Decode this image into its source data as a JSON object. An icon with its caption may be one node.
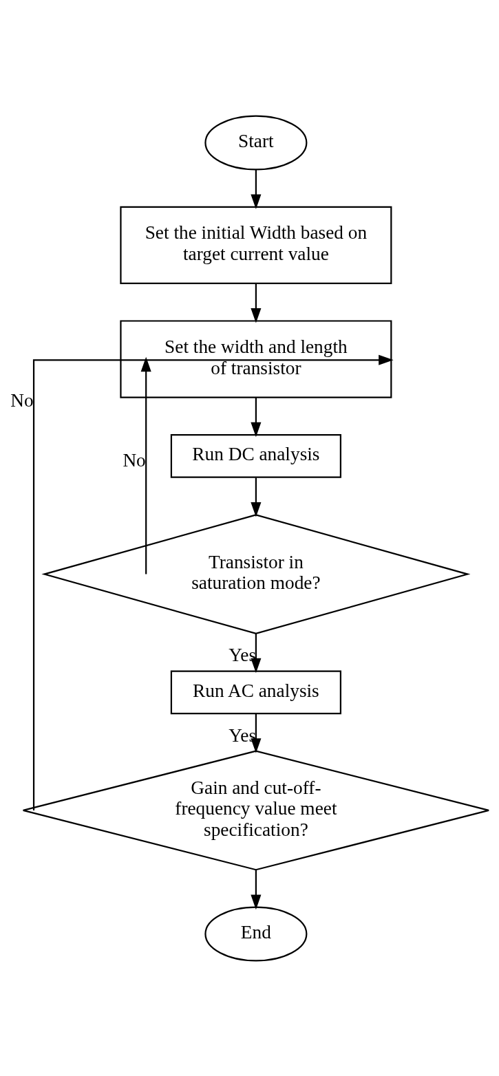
{
  "diagram": {
    "nodes": [
      {
        "text": [
          "Start"
        ]
      },
      {
        "text": [
          "Set the initial Width based on target current value"
        ]
      },
      {
        "text": [
          "Set the width and length of transistor"
        ]
      },
      {
        "text": [
          "Run DC analysis"
        ]
      },
      {
        "text": [
          "Transistor in saturation mode?"
        ]
      },
      {
        "text": [
          "Run AC analysis"
        ]
      },
      {
        "text": [
          "Gain and cut-off-frequency value meet specification?"
        ]
      },
      {
        "text": [
          "End"
        ]
      }
    ],
    "edges": [
      {
        "from": 0,
        "to": 1,
        "arrow": "to"
      },
      {
        "from": 1,
        "to": 2,
        "arrow": "to"
      },
      {
        "from": 2,
        "to": 3,
        "arrow": "to"
      },
      {
        "from": 3,
        "to": 4,
        "arrow": "to"
      },
      {
        "from": 4,
        "to": 5,
        "arrow": "to",
        "label": "Yes"
      },
      {
        "from": 4,
        "to": 2,
        "arrow": "to",
        "label": "No"
      },
      {
        "from": 5,
        "to": 6,
        "arrow": "to",
        "label": "Yes"
      },
      {
        "from": 6,
        "to": 2,
        "arrow": "to",
        "label": "No"
      },
      {
        "from": 6,
        "to": 7,
        "arrow": "to"
      }
    ]
  }
}
